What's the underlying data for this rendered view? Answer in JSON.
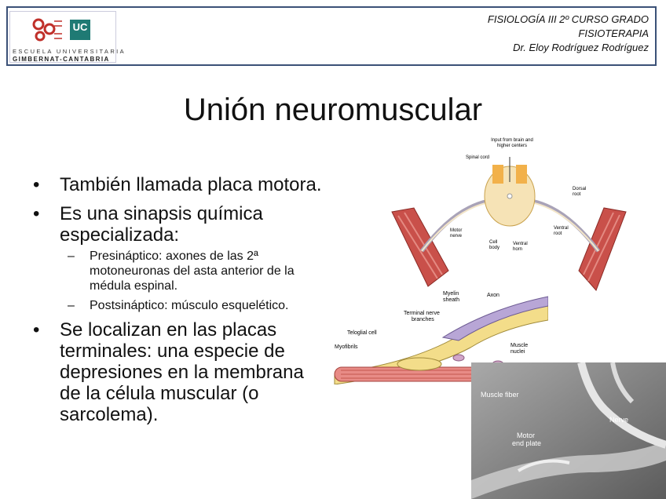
{
  "header": {
    "school_line1": "ESCUELA UNIVERSITARIA",
    "school_line2": "GIMBERNAT-CANTABRIA",
    "uc_logo_text": "UC",
    "course_line1": "FISIOLOGÍA III 2º CURSO GRADO",
    "course_line2": "FISIOTERAPIA",
    "course_line3": "Dr. Eloy Rodríguez Rodríguez"
  },
  "slide": {
    "title": "Unión neuromuscular",
    "bullets": [
      {
        "text": "También llamada placa motora."
      },
      {
        "text": "Es una sinapsis química especializada:"
      },
      {
        "text": "Se localizan en las placas terminales: una especie de depresiones en la membrana de la célula muscular (o sarcolema)."
      }
    ],
    "sub_bullets": [
      {
        "text": "Presináptico: axones de las 2ª motoneuronas del asta anterior de la médula espinal."
      },
      {
        "text": "Postsináptico: músculo esquelético."
      }
    ]
  },
  "figure_spinal": {
    "labels": {
      "input": "Input from brain and",
      "input2": "higher centers",
      "spinal_cord": "Spinal cord",
      "dorsal_root": "Dorsal",
      "dorsal_root2": "root",
      "motor_nerve": "Motor",
      "motor_nerve2": "nerve",
      "cell_body": "Cell",
      "cell_body2": "body",
      "ventral_horn": "Ventral",
      "ventral_horn2": "horn",
      "ventral_root": "Ventral",
      "ventral_root2": "root"
    }
  },
  "figure_nmj": {
    "labels": {
      "myelin": "Myelin",
      "myelin2": "sheath",
      "axon": "Axon",
      "terminal": "Terminal nerve",
      "terminal2": "branches",
      "teloglial": "Teloglial cell",
      "myofibrils": "Myofibrils",
      "muscle_nuclei": "Muscle",
      "muscle_nuclei2": "nuclei"
    }
  },
  "figure_sem": {
    "labels": {
      "muscle_fiber": "Muscle fiber",
      "nerve": "Nerve",
      "motor_end": "Motor",
      "motor_end2": "end plate"
    }
  },
  "colors": {
    "header_border": "#3b5177",
    "uc_green": "#1f7a74",
    "muscle_red": "#c0504d",
    "spinal_orange": "#f2b14a"
  }
}
